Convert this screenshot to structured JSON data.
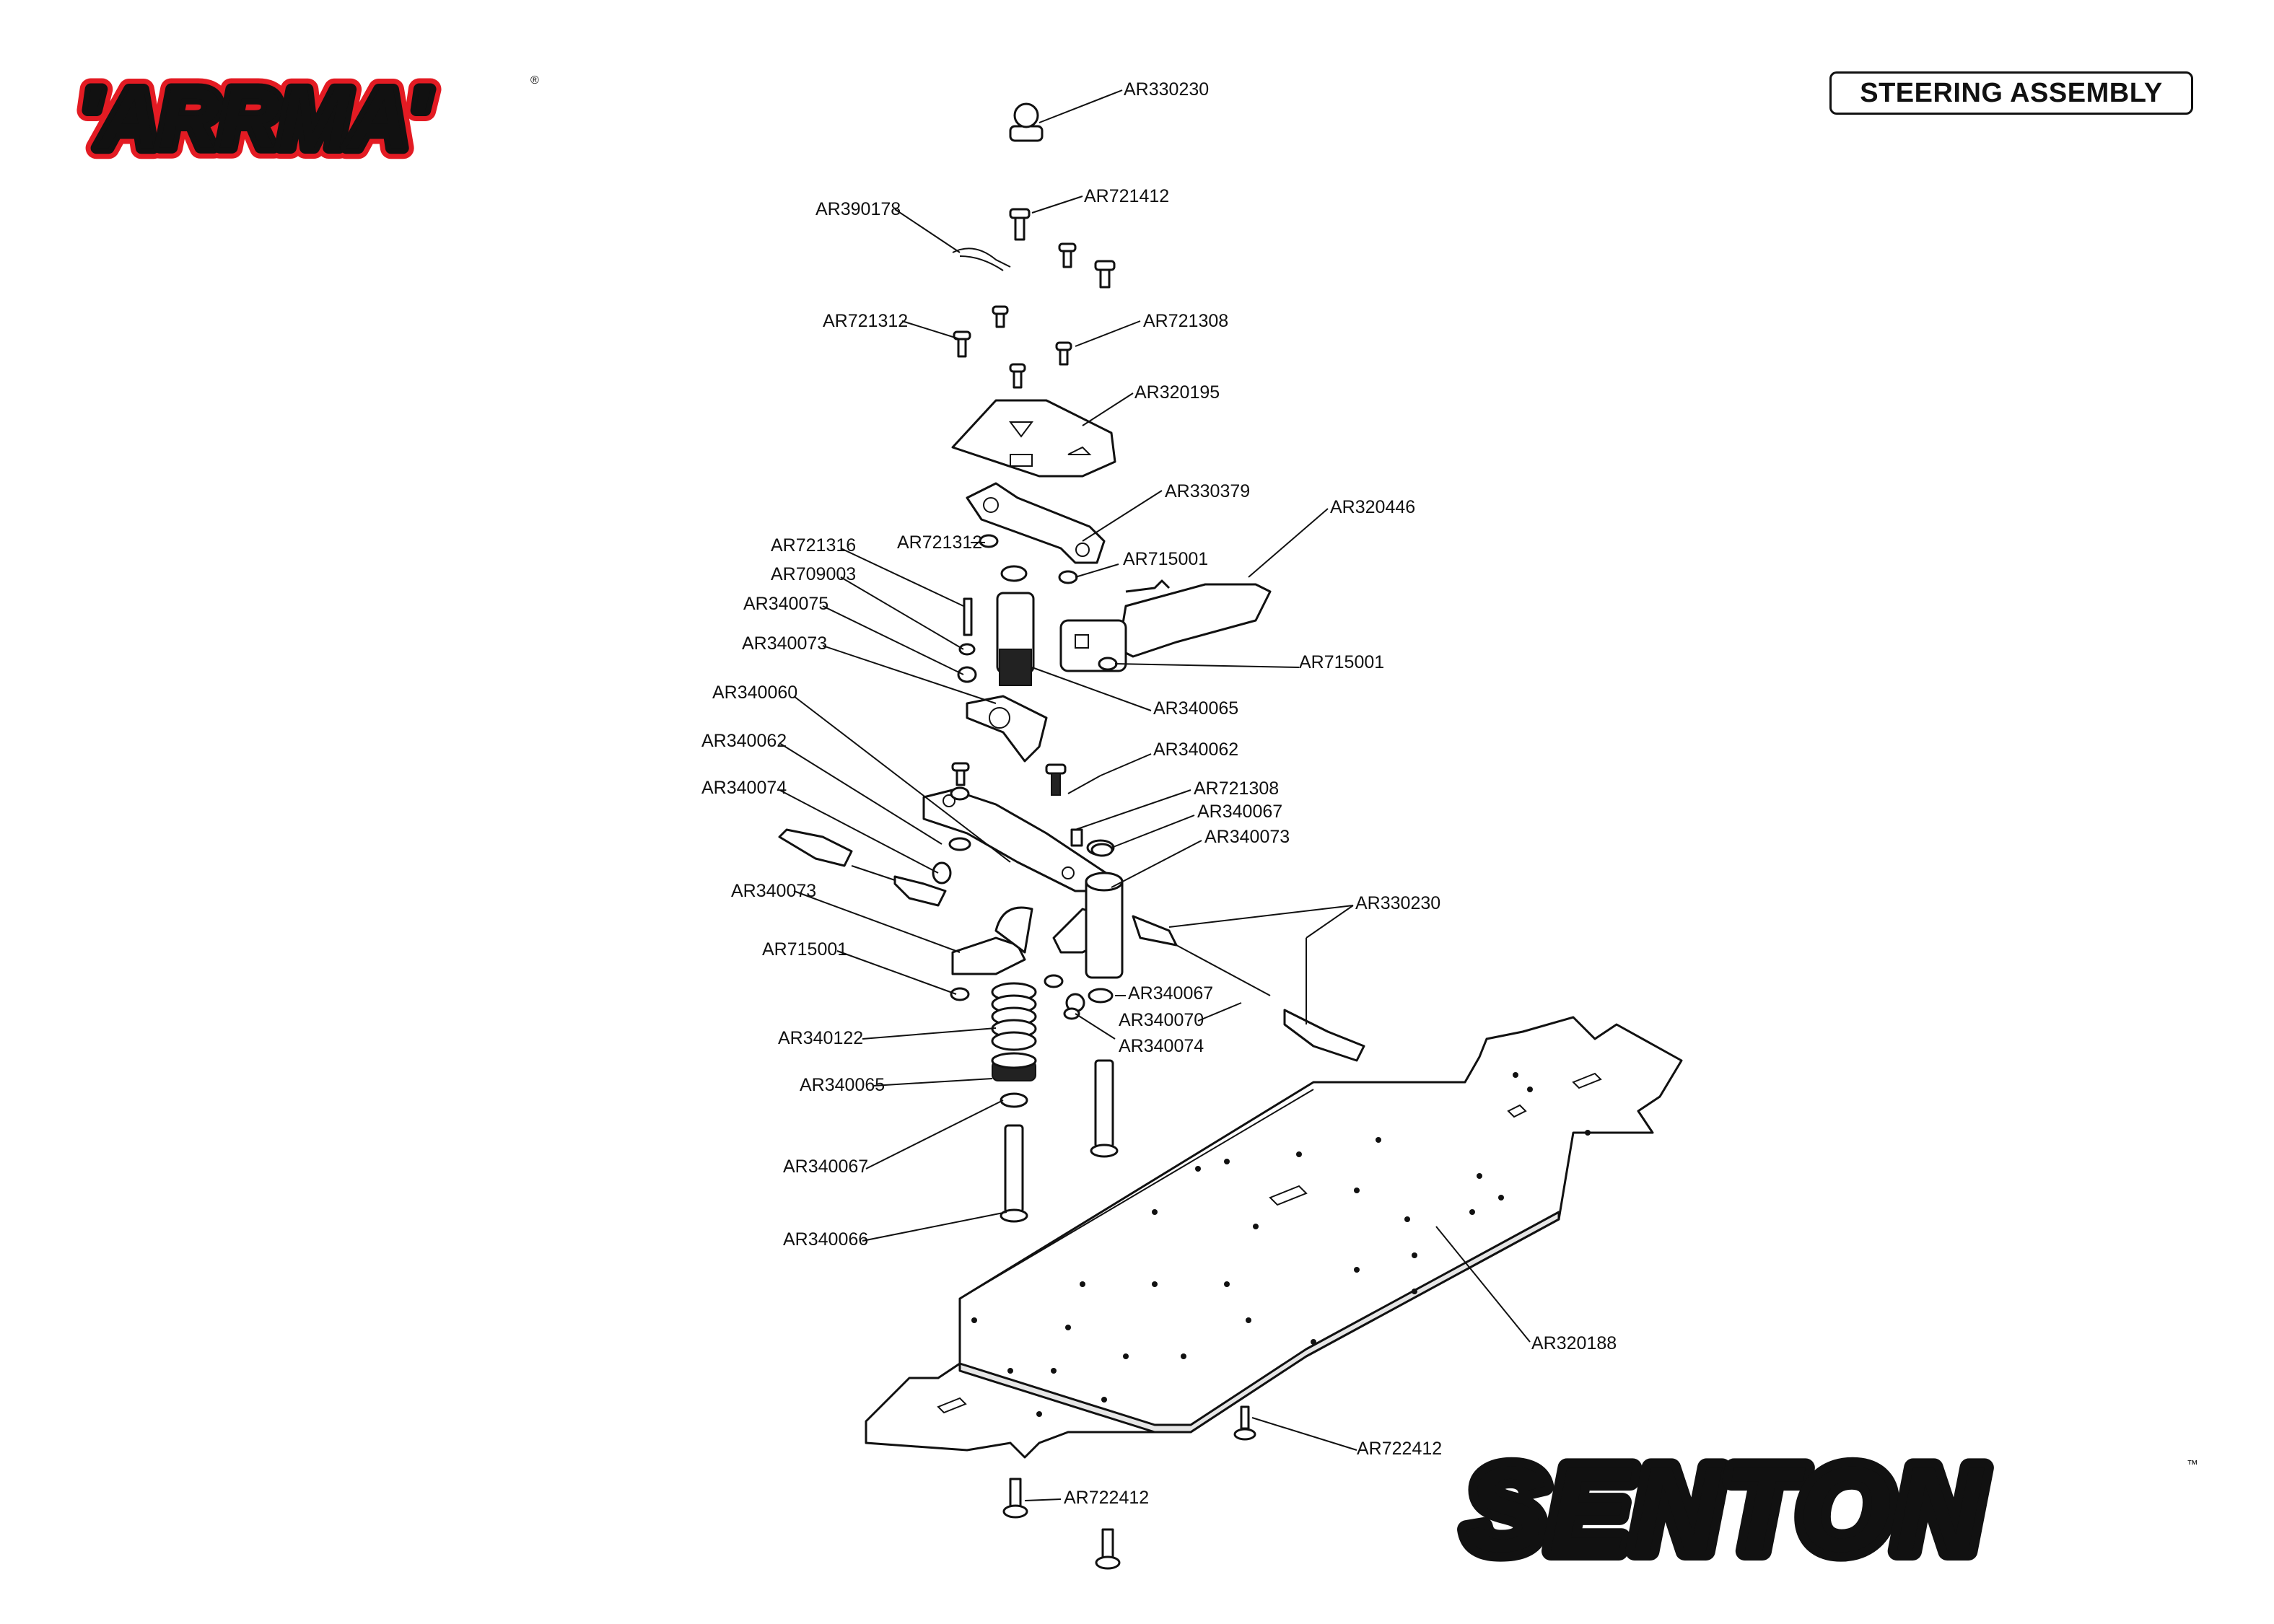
{
  "brand": {
    "logo_text": "ARRMA"
  },
  "title": "STEERING ASSEMBLY",
  "model": {
    "name": "SENTON",
    "mark": "™"
  },
  "callouts": [
    "AR330230",
    "AR721412",
    "AR390178",
    "AR721312",
    "AR721308",
    "AR320195",
    "AR330379",
    "AR320446",
    "AR721312",
    "AR715001",
    "AR721316",
    "AR709003",
    "AR340075",
    "AR340073",
    "AR715001",
    "AR340065",
    "AR340060",
    "AR340062",
    "AR340062",
    "AR721308",
    "AR340067",
    "AR340074",
    "AR340073",
    "AR340073",
    "AR330230",
    "AR715001",
    "AR340067",
    "AR340070",
    "AR340074",
    "AR340122",
    "AR340065",
    "AR340067",
    "AR340066",
    "AR320188",
    "AR722412",
    "AR722412"
  ]
}
